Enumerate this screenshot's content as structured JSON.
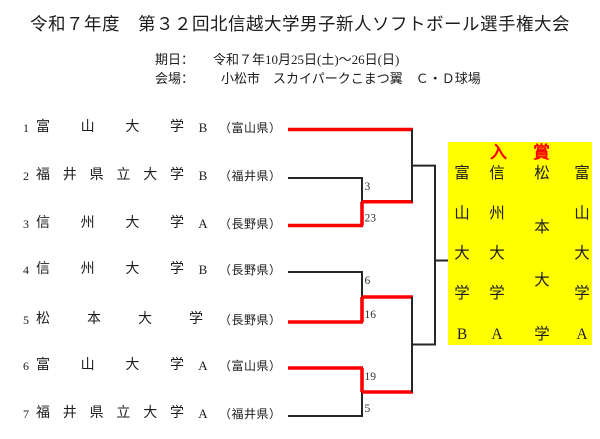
{
  "header": {
    "title": "令和７年度　第３２回北信越大学男子新人ソフトボール選手権大会",
    "date_label": "期日：",
    "date_value": "令和７年10月25日(土)～26日(日)",
    "venue_label": "会場：",
    "venue_value": "小松市　スカイパークこまつ翼　Ｃ・Ｄ球場"
  },
  "teams": [
    {
      "num": "1",
      "name": "富山大学",
      "suffix": "B",
      "pref": "（富山県）",
      "advanced": true
    },
    {
      "num": "2",
      "name": "福井県立大学",
      "suffix": "B",
      "pref": "（福井県）",
      "advanced": false
    },
    {
      "num": "3",
      "name": "信州大学",
      "suffix": "A",
      "pref": "（長野県）",
      "advanced": true
    },
    {
      "num": "4",
      "name": "信州大学",
      "suffix": "B",
      "pref": "（長野県）",
      "advanced": false
    },
    {
      "num": "5",
      "name": "松本大学",
      "suffix": "",
      "pref": "（長野県）",
      "advanced": true
    },
    {
      "num": "6",
      "name": "富山大学",
      "suffix": "A",
      "pref": "（富山県）",
      "advanced": true
    },
    {
      "num": "7",
      "name": "福井県立大学",
      "suffix": "A",
      "pref": "（福井県）",
      "advanced": false
    }
  ],
  "bracket": {
    "round1": [
      {
        "top_team_index": 1,
        "bottom_team_index": 2,
        "top_score": "3",
        "bottom_score": "23",
        "winner": "bottom"
      },
      {
        "top_team_index": 3,
        "bottom_team_index": 4,
        "top_score": "6",
        "bottom_score": "16",
        "winner": "bottom"
      },
      {
        "top_team_index": 5,
        "bottom_team_index": 6,
        "top_score": "19",
        "bottom_score": "5",
        "winner": "top"
      }
    ]
  },
  "prize": {
    "title": "入賞",
    "teams": [
      "富山大学B",
      "信州大学A",
      "松本大学",
      "富山大学A"
    ]
  },
  "colors": {
    "page_bg": "#ffffff",
    "prize_bg": "#ffff00",
    "prize_title": "#ff0000",
    "winner_path": "#ff0000",
    "bracket_line": "#262626",
    "score_text": "#333333"
  }
}
